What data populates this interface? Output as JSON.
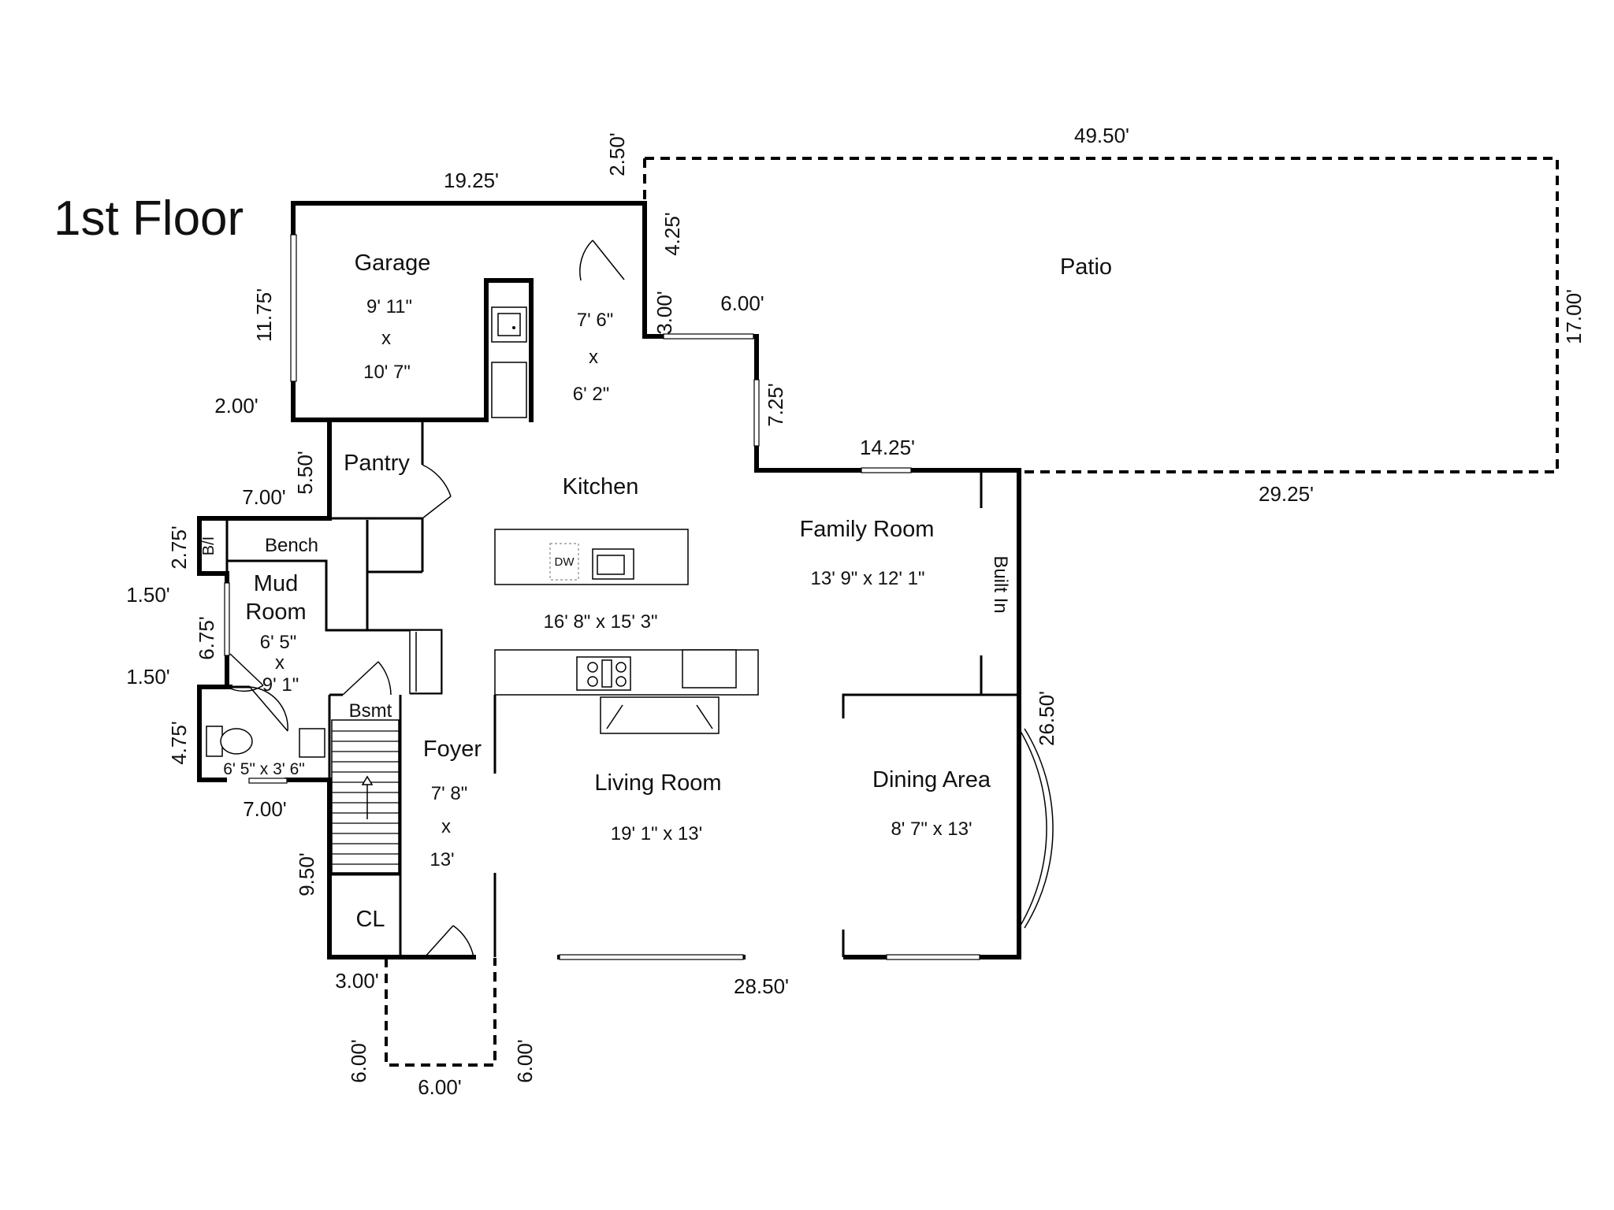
{
  "title": "1st Floor",
  "rooms": {
    "garage": {
      "name": "Garage",
      "line1": "9' 11\"",
      "line2": "x",
      "line3": "10' 7\""
    },
    "utility": {
      "line1": "7' 6\"",
      "line2": "x",
      "line3": "6' 2\""
    },
    "patio": {
      "name": "Patio"
    },
    "pantry": {
      "name": "Pantry"
    },
    "kitchen": {
      "name": "Kitchen",
      "size": "16' 8\" x 15' 3\""
    },
    "family": {
      "name": "Family Room",
      "size": "13' 9\" x 12' 1\"",
      "built_in": "Built In"
    },
    "bench": {
      "name": "Bench",
      "bi": "B/I"
    },
    "mud": {
      "name1": "Mud",
      "name2": "Room",
      "line1": "6' 5\"",
      "line2": "x",
      "line3": "9' 1\""
    },
    "bath": {
      "size": "6' 5\" x 3' 6\""
    },
    "bsmt": {
      "name": "Bsmt"
    },
    "foyer": {
      "name": "Foyer",
      "line1": "7' 8\"",
      "line2": "x",
      "line3": "13'"
    },
    "living": {
      "name": "Living Room",
      "size": "19' 1\" x 13'"
    },
    "dining": {
      "name": "Dining Area",
      "size": "8' 7\" x 13'"
    },
    "closet": {
      "name": "CL"
    },
    "dw": {
      "label": "DW"
    }
  },
  "measurements": {
    "garage_top": "19.25'",
    "notch_top": "2.50'",
    "patio_top": "49.50'",
    "patio_right": "17.00'",
    "patio_bottom": "29.25'",
    "step_425": "4.25'",
    "step_300": "3.00'",
    "step_600": "6.00'",
    "step_725": "7.25'",
    "family_top": "14.25'",
    "garage_left": "11.75'",
    "garage_bottom": "2.00'",
    "pantry_left": "5.50'",
    "pantry_bottom": "7.00'",
    "bench_left": "2.75'",
    "mud_a": "1.50'",
    "mud_left": "6.75'",
    "mud_b": "1.50'",
    "bath_left": "4.75'",
    "bath_bottom": "7.00'",
    "stair_left": "9.50'",
    "porch_top": "3.00'",
    "porch_left": "6.00'",
    "porch_bottom": "6.00'",
    "porch_right": "6.00'",
    "front": "28.50'",
    "right_side": "26.50'"
  }
}
